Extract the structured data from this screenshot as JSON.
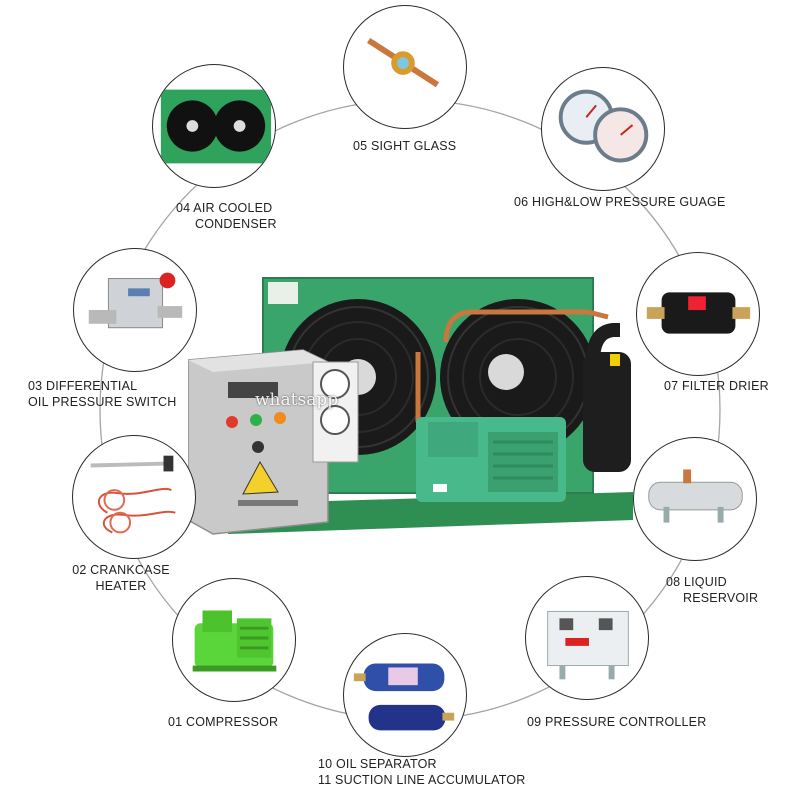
{
  "components": [
    {
      "id": "01",
      "name": "01 COMPRESSOR"
    },
    {
      "id": "02",
      "name_line1": "02 CRANKCASE",
      "name_line2": "HEATER"
    },
    {
      "id": "03",
      "name_line1": "03 DIFFERENTIAL",
      "name_line2": "OIL PRESSURE SWITCH"
    },
    {
      "id": "04",
      "name_line1": "04 AIR COOLED",
      "name_line2": "CONDENSER"
    },
    {
      "id": "05",
      "name": "05 SIGHT GLASS"
    },
    {
      "id": "06",
      "name": "06 HIGH&LOW PRESSURE GUAGE"
    },
    {
      "id": "07",
      "name": "07 FILTER DRIER"
    },
    {
      "id": "08",
      "name_line1": "08 LIQUID",
      "name_line2": "RESERVOIR"
    },
    {
      "id": "09",
      "name": "09 PRESSURE CONTROLLER"
    },
    {
      "id": "10",
      "name_line1": "10 OIL SEPARATOR",
      "name_line2": "11 SUCTION LINE ACCUMULATOR"
    }
  ],
  "watermark": "whatsapp",
  "colors": {
    "unit_green": "#3aa56a",
    "compressor_green": "#5bd63a",
    "ring": "#9a9a9a",
    "outline": "#2a2a2a"
  }
}
